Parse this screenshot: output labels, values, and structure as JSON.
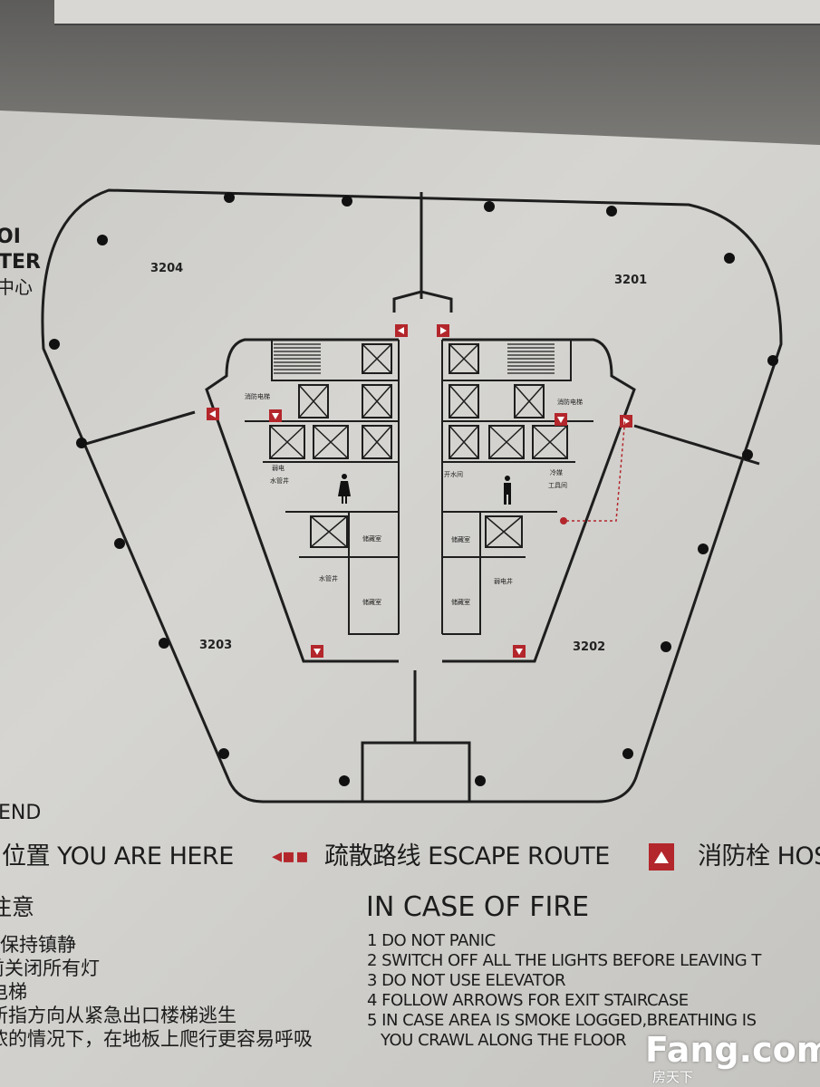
{
  "sign": {
    "brand_partial": [
      "OI",
      "TER",
      "中心"
    ],
    "units": [
      "3204",
      "3201",
      "3203",
      "3202"
    ],
    "room_labels": {
      "fire_elevator_left": "消防电梯",
      "fire_elevator_right": "消防电梯",
      "weak_current": "弱电",
      "water_pipe_shaft": "水管井",
      "boiling_water_room": "开水间",
      "refrigerant": "冷媒",
      "tool_room": "工具间",
      "storage_1": "储藏室",
      "storage_2": "储藏室",
      "storage_3": "储藏室",
      "storage_4": "储藏室",
      "water_pipe_shaft_2": "水管井",
      "weak_current_shaft": "弱电井"
    },
    "legend_title_partial": "END",
    "legend": {
      "you_are_here": "位置 YOU ARE HERE",
      "escape_route": "疏散路线 ESCAPE ROUTE",
      "hydrant": "消防栓 HOS"
    },
    "notice_cn_title": "注意",
    "notice_cn": [
      "保持镇静",
      "前关闭所有灯",
      "电梯",
      "所指方向从紧急出口楼梯逃生",
      "浓的情况下，在地板上爬行更容易呼吸"
    ],
    "fire_title": "IN CASE OF FIRE",
    "fire_steps": [
      "1 DO NOT PANIC",
      "2 SWITCH OFF ALL THE LIGHTS BEFORE LEAVING T",
      "3 DO NOT USE ELEVATOR",
      "4 FOLLOW ARROWS FOR EXIT STAIRCASE",
      "5 IN CASE AREA IS SMOKE LOGGED,BREATHING IS",
      "YOU CRAWL ALONG THE FLOOR"
    ],
    "watermark": {
      "cn": "房天下",
      "en": "Fang.com"
    },
    "colors": {
      "line": "#1e1e1e",
      "red": "#b3262b",
      "panel": "#cfceca"
    }
  }
}
